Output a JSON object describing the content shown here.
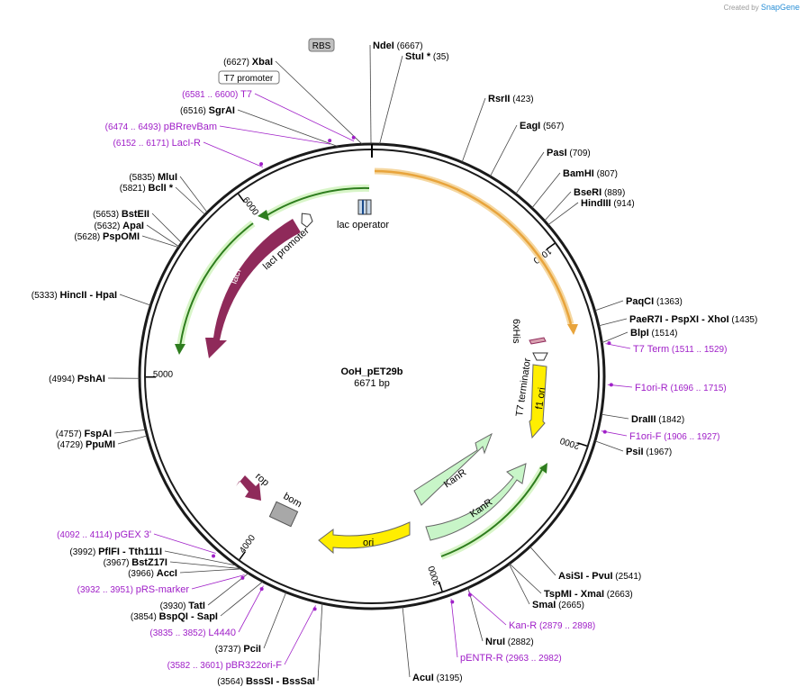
{
  "app": {
    "credit_prefix": "Created by",
    "credit_brand": "SnapGene"
  },
  "plasmid": {
    "name": "OoH_pET29b",
    "length_label": "6671 bp",
    "length": 6671
  },
  "ticks": [
    {
      "bp": 1000,
      "label": "1000"
    },
    {
      "bp": 2000,
      "label": "2000"
    },
    {
      "bp": 3000,
      "label": "3000"
    },
    {
      "bp": 4000,
      "label": "4000"
    },
    {
      "bp": 5000,
      "label": "5000"
    },
    {
      "bp": 6000,
      "label": "6000"
    }
  ],
  "top_boxes": [
    {
      "text": "RBS"
    },
    {
      "text": "T7 promoter"
    }
  ],
  "sites": [
    {
      "name": "NdeI",
      "pos": "(6667)"
    },
    {
      "name": "StuI *",
      "pos": "(35)"
    },
    {
      "name": "XbaI",
      "pos": "(6627)"
    },
    {
      "name": "SgrAI",
      "pos": "(6516)"
    },
    {
      "name": "RsrII",
      "pos": "(423)"
    },
    {
      "name": "EagI",
      "pos": "(567)"
    },
    {
      "name": "PasI",
      "pos": "(709)"
    },
    {
      "name": "BamHI",
      "pos": "(807)"
    },
    {
      "name": "BseRI",
      "pos": "(889)"
    },
    {
      "name": "HindIII",
      "pos": "(914)"
    },
    {
      "name": "PaqCI",
      "pos": "(1363)"
    },
    {
      "name": "PaeR7I   - PspXI   - XhoI",
      "pos": "(1435)"
    },
    {
      "name": "BlpI",
      "pos": "(1514)"
    },
    {
      "name": "DraIII",
      "pos": "(1842)"
    },
    {
      "name": "PsiI",
      "pos": "(1967)"
    },
    {
      "name": "AsiSI   - PvuI",
      "pos": "(2541)"
    },
    {
      "name": "TspMI   - XmaI",
      "pos": "(2663)"
    },
    {
      "name": "SmaI",
      "pos": "(2665)"
    },
    {
      "name": "NruI",
      "pos": "(2882)"
    },
    {
      "name": "AcuI",
      "pos": "(3195)"
    },
    {
      "name": "MluI",
      "pos": "(5835)"
    },
    {
      "name": "BclI *",
      "pos": "(5821)"
    },
    {
      "name": "BstEII",
      "pos": "(5653)"
    },
    {
      "name": "ApaI",
      "pos": "(5632)"
    },
    {
      "name": "PspOMI",
      "pos": "(5628)"
    },
    {
      "name": "HincII   - HpaI",
      "pos": "(5333)"
    },
    {
      "name": "PshAI",
      "pos": "(4994)"
    },
    {
      "name": "FspAI",
      "pos": "(4757)"
    },
    {
      "name": "PpuMI",
      "pos": "(4729)"
    },
    {
      "name": "PflFI   - Tth111I",
      "pos": "(3992)"
    },
    {
      "name": "BstZ17I",
      "pos": "(3967)"
    },
    {
      "name": "AccI",
      "pos": "(3966)"
    },
    {
      "name": "TatI",
      "pos": "(3930)"
    },
    {
      "name": "BspQI   - SapI",
      "pos": "(3854)"
    },
    {
      "name": "PciI",
      "pos": "(3737)"
    },
    {
      "name": "BssSI   - BssSaI",
      "pos": "(3564)"
    }
  ],
  "primers": [
    {
      "name": "T7",
      "pos": "(6581 .. 6600)"
    },
    {
      "name": "pBRrevBam",
      "pos": "(6474 .. 6493)"
    },
    {
      "name": "LacI-R",
      "pos": "(6152 .. 6171)"
    },
    {
      "name": "T7 Term",
      "pos": "(1511 .. 1529)"
    },
    {
      "name": "F1ori-R",
      "pos": "(1696 .. 1715)"
    },
    {
      "name": "F1ori-F",
      "pos": "(1906 .. 1927)"
    },
    {
      "name": "Kan-R",
      "pos": "(2879 .. 2898)"
    },
    {
      "name": "pENTR-R",
      "pos": "(2963 .. 2982)"
    },
    {
      "name": "pGEX 3'",
      "pos": "(4092 .. 4114)"
    },
    {
      "name": "pRS-marker",
      "pos": "(3932 .. 3951)"
    },
    {
      "name": "L4440",
      "pos": "(3835 .. 3852)"
    },
    {
      "name": "pBR322ori-F",
      "pos": "(3582 .. 3601)"
    }
  ],
  "features": [
    {
      "name": "lac operator"
    },
    {
      "name": "lacI promoter"
    },
    {
      "name": "lacI"
    },
    {
      "name": "6xHis"
    },
    {
      "name": "T7 terminator"
    },
    {
      "name": "f1 ori"
    },
    {
      "name": "KanR"
    },
    {
      "name": "KanR"
    },
    {
      "name": "rop"
    },
    {
      "name": "bom"
    },
    {
      "name": "ori"
    }
  ],
  "colors": {
    "backbone": "#1a1a1a",
    "insert_arc": "#e8a43c",
    "gene_green": "#2e7d1e",
    "lacI": "#8f2a5a",
    "kanR": "#c8f5c8",
    "yellow": "#ffee00",
    "primer": "#a020c8",
    "bom": "#a8a8a8"
  }
}
